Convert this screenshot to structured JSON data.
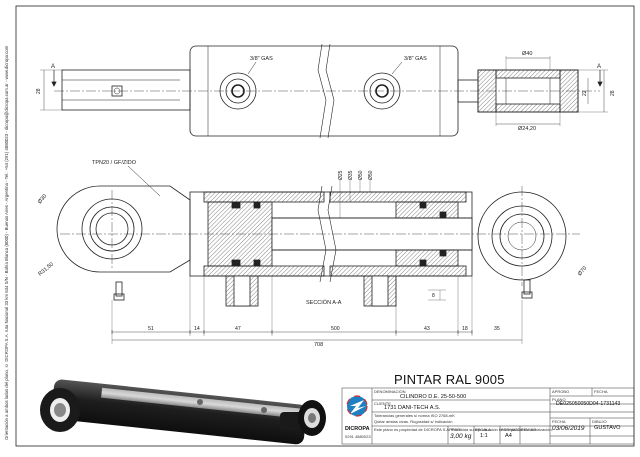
{
  "side_note": "Orientación a ambos lados del plano, © DICROPA S.A. ruta Nacional 33 km 634 S/N - Bahía Blanca (8000) - Buenos Aires - Argentina - Tel.: +54 (291) 4880023 - dicropa@dicropa.com.ar - www.dicropa.com",
  "top_view": {
    "port_left": "3/8\" GAS",
    "port_right": "3/8\" GAS",
    "section_mark_left": "A",
    "section_mark_right": "A",
    "dim_pin_width": "28",
    "dim_rod_eye_od": "Ø40",
    "dim_rod_eye_height": "22",
    "dim_rod_eye_outer": "28",
    "dim_bore": "Ø24,20"
  },
  "section_view": {
    "label_lube": "TPN20 / GF/ZIDO",
    "dia_left_pin": "Ø30",
    "dia_left_eye": "R31,50",
    "dia_right_eye": "Ø70",
    "rod_dia_1": "Ø25",
    "rod_dia_2": "Ø35",
    "rod_dia_3": "Ø50",
    "rod_dia_4": "Ø50",
    "section_label": "SECCIÓN A-A",
    "dim_small": "8",
    "dims": [
      "51",
      "14",
      "47",
      "500",
      "43",
      "18",
      "35"
    ],
    "dim_total": "708"
  },
  "paint_note": "PINTAR RAL 9005",
  "title_block": {
    "denominacion_label": "DENOMINACION",
    "denominacion": "CILINDRO D.E. 25-50-500",
    "plano_label": "PLANO",
    "plano_code": "DE025050050D04-1731143",
    "cliente_label": "CLIENTE",
    "cliente": "1731 DANI-TECH A.S.",
    "company": "DICROPA",
    "company_phone": "0291 4880023",
    "notes_left": "Tolerancias generales s/ norma ISO 2768-mK",
    "notes_left_2": "Quitar aristas vivas. Rugosidad s/ indicación",
    "peso_label": "PESO",
    "peso": "3,00 kg",
    "escala_label": "ESCALA",
    "escala": "1:1",
    "formato_label": "FORMATO",
    "formato": "A4",
    "fecha_label": "FECHA",
    "fecha": "03/06/2019",
    "dibujo_label": "DIBUJO",
    "dibujo": "GUSTAVO",
    "reviso_label": "REVISO",
    "aprobo_label": "APROBO",
    "sheet_note": "Este plano es propiedad de DICROPA S.A. Prohibida su reproducción total o parcial sin autorización."
  },
  "colors": {
    "line": "#222222",
    "hatch": "#333333",
    "thumb_body": "#3a3a3a",
    "logo_blue": "#1f7fc0",
    "logo_red": "#d03030"
  }
}
